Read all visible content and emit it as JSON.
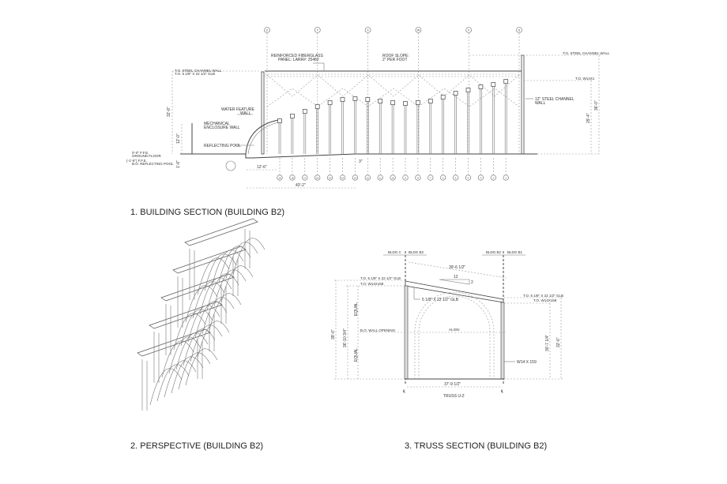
{
  "section1": {
    "title": "1. BUILDING SECTION (BUILDING B2)",
    "grid_top": [
      "Z",
      "Y",
      "X",
      "W",
      "V",
      "U"
    ],
    "grid_bottom": [
      "19",
      "18",
      "17",
      "16",
      "15",
      "14",
      "13",
      "12",
      "11",
      "10",
      "9",
      "8",
      "7",
      "6",
      "5",
      "4",
      "3",
      "2",
      "1"
    ],
    "column_top_relative_heights": [
      0,
      6,
      12,
      18,
      23,
      27,
      28,
      27,
      25,
      23,
      22,
      23,
      25,
      30,
      35,
      39,
      43,
      46,
      50
    ],
    "labels": {
      "fiberglass": "REINFORCED FIBERGLASS",
      "fiberglass2": "PANEL: LARR#: 25482",
      "roof_slope": "ROOF SLOPE:",
      "roof_slope2": "2\" PER FOOT",
      "water_feature": "WATER FEATURE",
      "water_feature2": "WALL",
      "mech": "MECHANICAL",
      "mech2": "ENCLOSURE WALL",
      "pool": "REFLECTING POOL",
      "steel_wall": "12\" STEEL CHANNEL",
      "steel_wall2": "WALL",
      "tos_left1": "T.O. STEEL CHANNEL WALL",
      "tos_left2": "T.O. 5 1/8\" X 22 1/2\" GLB",
      "tos_right1": "T.O. STEEL CHANNEL WALL",
      "tos_right2": "T.O. W14X1",
      "ground": "0'-0\" F.F.E.",
      "ground2": "GROUND FLOOR",
      "pool_el": "(-1'-6\") F.F.E.",
      "pool_el2": "B.O. REFLECTING POOL"
    },
    "dims": {
      "left_height": "32'-8\"",
      "mech_height": "12'-0\"",
      "pool_depth": "1'-6\"",
      "pool_width": "12'-6\"",
      "span": "43'-2\"",
      "step": "3\"",
      "right_inner": "29'-4\"",
      "right_outer": "36'-0\""
    }
  },
  "section2": {
    "title": "2. PERSPECTIVE (BUILDING B2)"
  },
  "section3": {
    "title": "3. TRUSS SECTION (BUILDING B2)",
    "bldg_c": "BLDG C",
    "bldg_b2_left": "BLDG B2",
    "bldg_b2_right": "BLDG B2",
    "bldg_b1": "BLDG B1",
    "roof_length": "39'-6 1/2\"",
    "slope_run": "12",
    "slope_rise": "2",
    "glb": "5 1/8\" X 22 1/2\" GLB",
    "align": "ALIGN",
    "column": "W14 X 159",
    "width": "37'-9 1/2\"",
    "truss_name": "TRUSS U-Z",
    "equal_top": "EQUAL",
    "equal_bottom": "EQUAL",
    "left_outer": "39'-0\"",
    "left_inner": "36'-10 3/4\"",
    "right_inner": "30'-7 1/4\"",
    "right_outer": "32'-6\"",
    "cl": "℄",
    "tos_left": "T.O. 5 1/8\" X 22 1/2\" GLB",
    "tos_left2": "T.O. W14X159",
    "tos_right": "T.O. 5 1/8\" X 22 1/2\" GLB",
    "tos_right2": "T.O. W14X159",
    "mid_mark": "B.O. WALL OPENING"
  }
}
